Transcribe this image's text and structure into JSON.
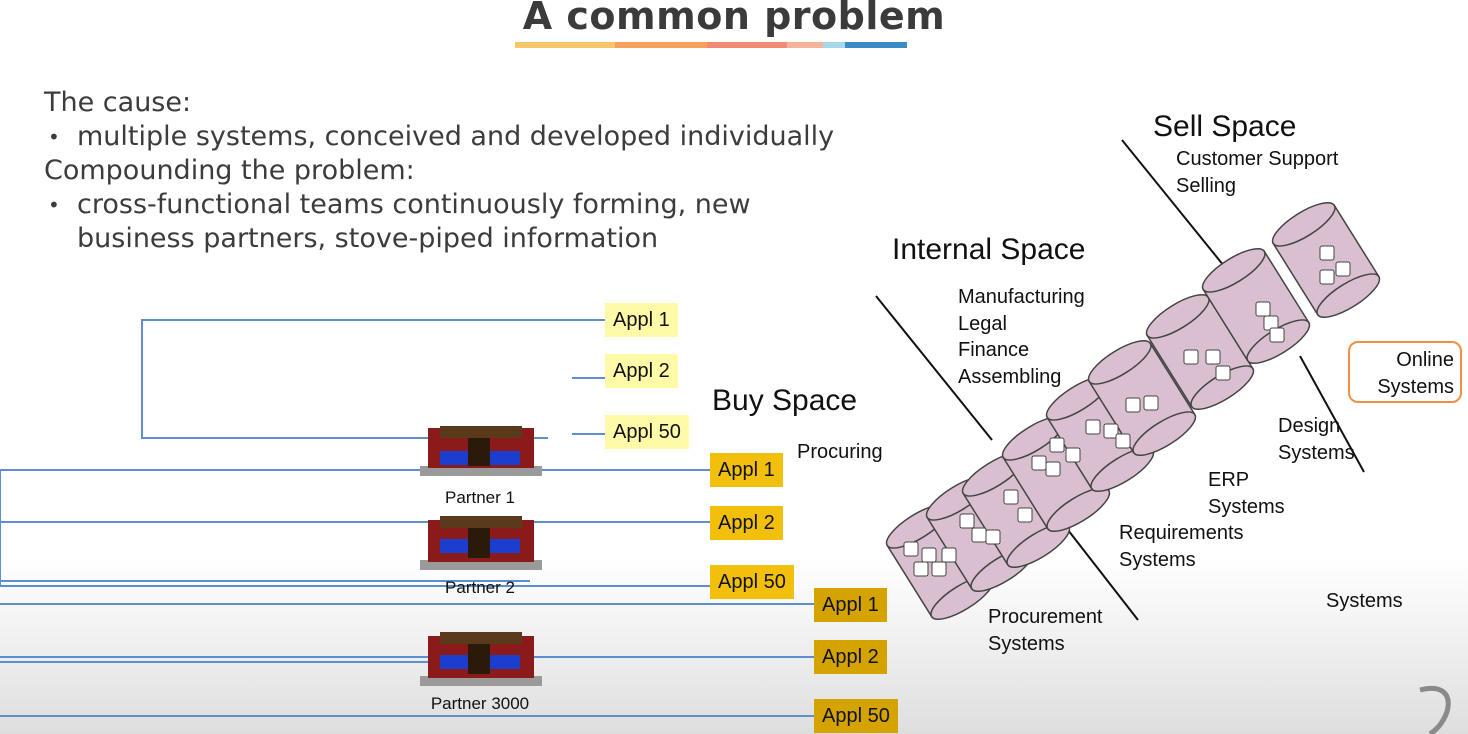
{
  "title": "A common problem",
  "title_bar_colors": [
    "#f7c66a",
    "#f7a25c",
    "#f28a76",
    "#f3b49a",
    "#a7d8ea",
    "#3b8cc4"
  ],
  "cause": {
    "heading": "The cause:",
    "bullet1": "multiple systems, conceived and developed individually",
    "heading2": "Compounding the problem:",
    "bullet2_line1": "cross-functional teams continuously forming, new",
    "bullet2_line2": "business partners, stove-piped information"
  },
  "apps_top": [
    "Appl 1",
    "Appl 2",
    "Appl 50"
  ],
  "apps_mid": [
    "Appl 1",
    "Appl 2",
    "Appl 50"
  ],
  "apps_bottom": [
    "Appl 1",
    "Appl 2",
    "Appl 50"
  ],
  "partners": [
    "Partner 1",
    "Partner 2",
    "Partner 3000"
  ],
  "buy_space": {
    "title": "Buy Space",
    "item": "Procuring"
  },
  "internal_space": {
    "title": "Internal Space",
    "items": [
      "Manufacturing",
      "Legal",
      "Finance",
      "Assembling"
    ]
  },
  "sell_space": {
    "title": "Sell Space",
    "items": [
      "Customer Support",
      "Selling"
    ]
  },
  "systems": {
    "online": [
      "Online",
      "Systems"
    ],
    "design": [
      "Design",
      "Systems"
    ],
    "erp": [
      "ERP",
      "Systems"
    ],
    "requirements": [
      "Requirements",
      "Systems"
    ],
    "procurement": [
      "Procurement",
      "Systems"
    ],
    "plain": "Systems"
  },
  "colors": {
    "line": "#5b8fd0",
    "cylinder": "#d9bfd0",
    "appl_light": "#fffaa8",
    "appl_gold": "#f2c00c",
    "appl_dark": "#d4a300"
  }
}
